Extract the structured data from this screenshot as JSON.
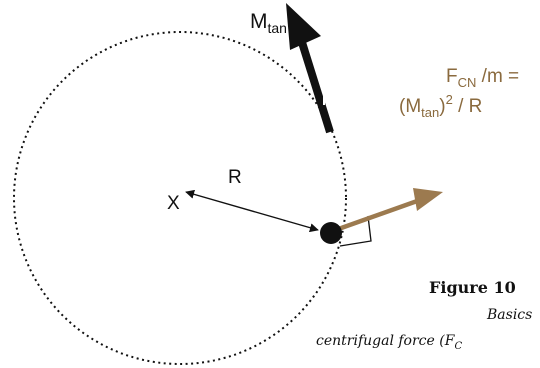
{
  "labels": {
    "velocity_symbol": "M",
    "velocity_sub": "tan",
    "force_symbol": "F",
    "force_sub": "CN",
    "force_line1_rest": " /m =",
    "force_line2_open": "(M",
    "force_line2_sub": "tan",
    "force_line2_close": ")",
    "force_line2_exp": "2",
    "force_line2_rest": " / R",
    "radius": "R",
    "center": "X"
  },
  "caption": {
    "figure_label": "Figure 10",
    "line1": "Basics",
    "line2_prefix": "centrifugal force (F",
    "line2_sub": "C"
  },
  "colors": {
    "velocity_arrow": "#111111",
    "force_arrow": "#9c7a4f",
    "force_text": "#8a6a3e",
    "outline": "#111111",
    "caption": "#111111"
  }
}
